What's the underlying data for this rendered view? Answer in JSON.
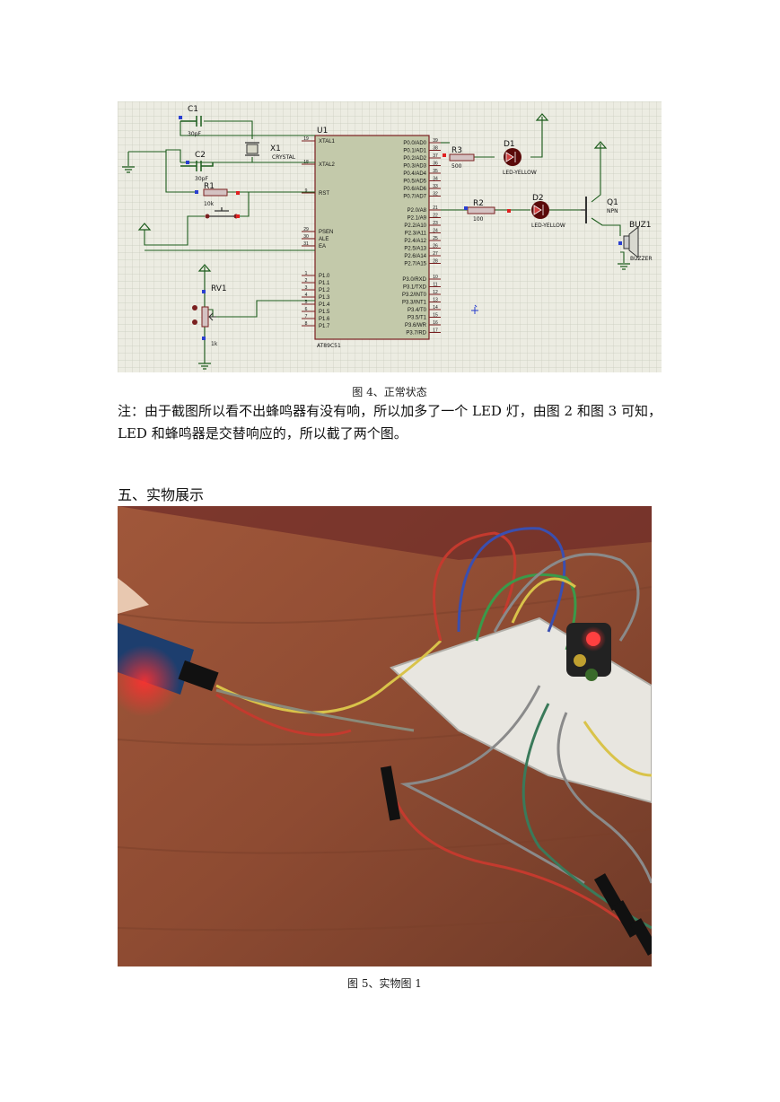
{
  "schematic": {
    "chip": {
      "ref": "U1",
      "part": "AT89C51",
      "left_pins": [
        "XTAL1",
        "XTAL2",
        "RST",
        "PSEN",
        "ALE",
        "EA",
        "P1.0",
        "P1.1",
        "P1.2",
        "P1.3",
        "P1.4",
        "P1.5",
        "P1.6",
        "P1.7"
      ],
      "left_nums": [
        "19",
        "18",
        "9",
        "29",
        "30",
        "31",
        "1",
        "2",
        "3",
        "4",
        "5",
        "6",
        "7",
        "8"
      ],
      "p0_pins": [
        "P0.0/AD0",
        "P0.1/AD1",
        "P0.2/AD2",
        "P0.3/AD3",
        "P0.4/AD4",
        "P0.5/AD5",
        "P0.6/AD6",
        "P0.7/AD7"
      ],
      "p0_nums": [
        "39",
        "38",
        "37",
        "36",
        "35",
        "34",
        "33",
        "32"
      ],
      "p2_pins": [
        "P2.0/A8",
        "P2.1/A9",
        "P2.2/A10",
        "P2.3/A11",
        "P2.4/A12",
        "P2.5/A13",
        "P2.6/A14",
        "P2.7/A15"
      ],
      "p2_nums": [
        "21",
        "22",
        "23",
        "24",
        "25",
        "26",
        "27",
        "28"
      ],
      "p3_pins": [
        "P3.0/RXD",
        "P3.1/TXD",
        "P3.2/INT0",
        "P3.3/INT1",
        "P3.4/T0",
        "P3.5/T1",
        "P3.6/WR",
        "P3.7/RD"
      ],
      "p3_nums": [
        "10",
        "11",
        "12",
        "13",
        "14",
        "15",
        "16",
        "17"
      ]
    },
    "c1": {
      "ref": "C1",
      "value": "30pF"
    },
    "c2": {
      "ref": "C2",
      "value": "30pF"
    },
    "x1": {
      "ref": "X1",
      "value": "CRYSTAL"
    },
    "r1": {
      "ref": "R1",
      "value": "10k"
    },
    "r2": {
      "ref": "R2",
      "value": "100"
    },
    "r3": {
      "ref": "R3",
      "value": "500"
    },
    "d1": {
      "ref": "D1",
      "value": "LED-YELLOW"
    },
    "d2": {
      "ref": "D2",
      "value": "LED-YELLOW"
    },
    "q1": {
      "ref": "Q1",
      "value": "NPN"
    },
    "buz": {
      "ref": "BUZ1",
      "value": "BUZZER"
    },
    "rv1": {
      "ref": "RV1",
      "value": "1k"
    }
  },
  "caption4": "图 4、正常状态",
  "note": "注：由于截图所以看不出蜂鸣器有没有响，所以加多了一个 LED 灯，由图 2 和图 3 可知，LED 和蜂鸣器是交替响应的，所以截了两个图。",
  "section_heading": "五、实物展示",
  "caption5": "图 5、实物图 1"
}
